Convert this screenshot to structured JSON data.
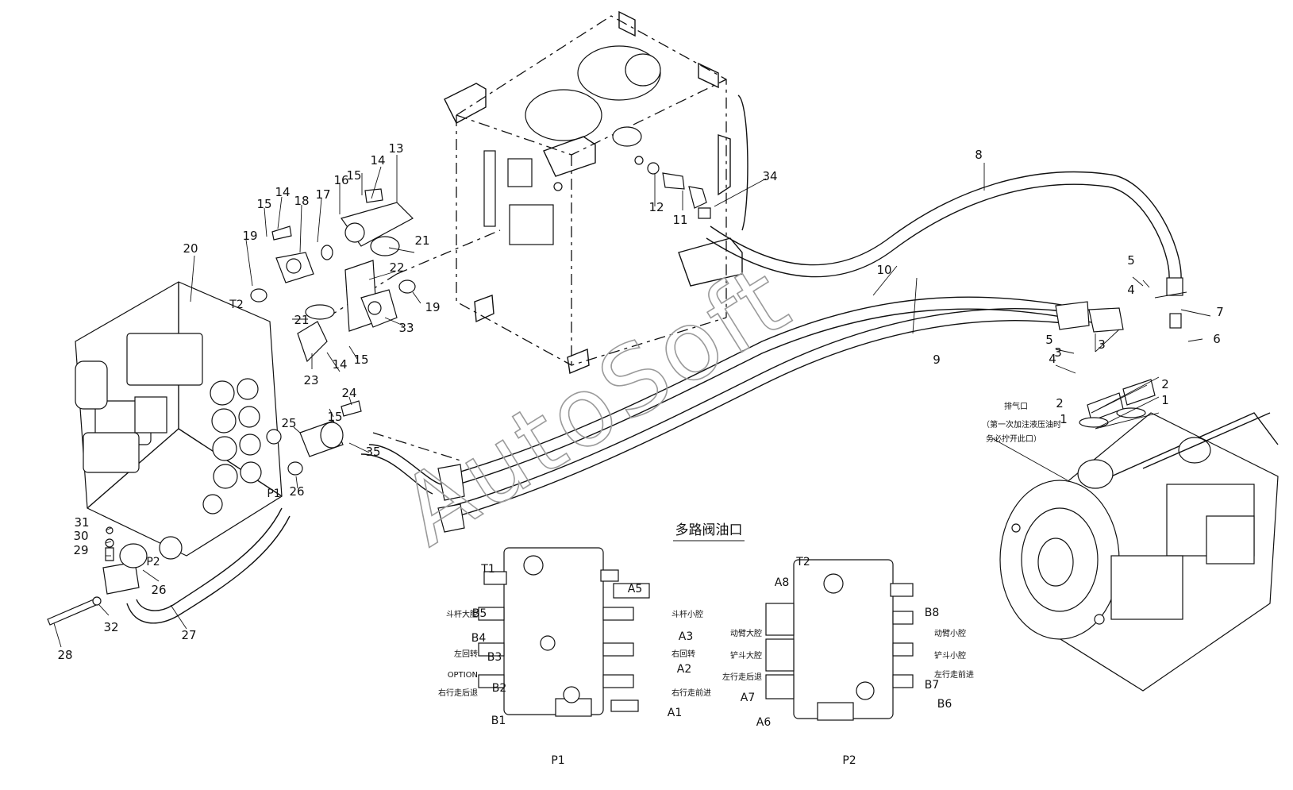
{
  "watermark": "AutoSoft",
  "callouts": [
    "1",
    "1",
    "2",
    "2",
    "3",
    "3",
    "4",
    "4",
    "5",
    "5",
    "6",
    "7",
    "8",
    "9",
    "10",
    "11",
    "12",
    "13",
    "14",
    "14",
    "14",
    "15",
    "15",
    "15",
    "15",
    "16",
    "17",
    "18",
    "19",
    "19",
    "20",
    "21",
    "21",
    "22",
    "23",
    "24",
    "25",
    "26",
    "26",
    "27",
    "28",
    "29",
    "30",
    "31",
    "32",
    "33",
    "34",
    "35"
  ],
  "side_labels": {
    "T2": "T2",
    "P1": "P1",
    "P2": "P2"
  },
  "pump_note": {
    "line1": "排气口",
    "line2": "（第一次加注液压油时",
    "line3": "务必拧开此口）"
  },
  "valve_ports_title": "多路阀油口",
  "left_valve": {
    "port_labels": [
      "T1",
      "A5",
      "B5",
      "B4",
      "A3",
      "B3",
      "A2",
      "B2",
      "B1",
      "A1",
      "P1"
    ],
    "function_labels": [
      "斗杆大腔",
      "斗杆小腔",
      "左回转",
      "右回转",
      "OPTION",
      "右行走前进",
      "右行走后退"
    ]
  },
  "right_valve": {
    "port_labels": [
      "T2",
      "A8",
      "B8",
      "B7",
      "A7",
      "B6",
      "A6",
      "P2"
    ],
    "function_labels": [
      "动臂大腔",
      "动臂小腔",
      "铲斗大腔",
      "铲斗小腔",
      "左行走后退",
      "左行走前进"
    ]
  },
  "colors": {
    "line": "#111111",
    "watermark": "#9a9a9a",
    "background": "#ffffff"
  }
}
